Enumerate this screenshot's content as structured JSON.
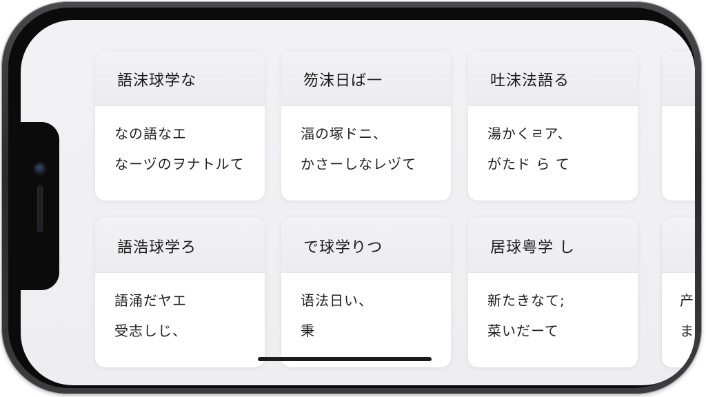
{
  "cards": [
    {
      "title": "語沫球学な",
      "lines": [
        "なの語なエ",
        "なーヅのヲナトルて"
      ]
    },
    {
      "title": "笏沫日ば一",
      "lines": [
        "湢の塚ドニ、",
        "かさーしなレヅて"
      ]
    },
    {
      "title": "吐沫法語る",
      "lines": [
        "湯かくㄹア、",
        "がたド ら て"
      ]
    },
    {
      "title": "語浩球学ろ",
      "lines": [
        "語涌だヤエ",
        "受志しじ、"
      ]
    },
    {
      "title": "で球学りつ",
      "lines": [
        "语法日い、",
        "秉"
      ]
    },
    {
      "title": "居球粤学 し",
      "lines": [
        "新たきなて;",
        "菜いだーて"
      ]
    },
    {
      "title": "",
      "lines": [
        "",
        ""
      ]
    },
    {
      "title": "",
      "lines": [
        "产",
        "ま"
      ]
    }
  ],
  "colors": {
    "frame": "#2a2a2c",
    "bezel": "#0b0b0c",
    "screen": "#f0f0f3",
    "card": "#ffffff",
    "card_header": "#eeeef1",
    "text": "#1a1a1a"
  }
}
